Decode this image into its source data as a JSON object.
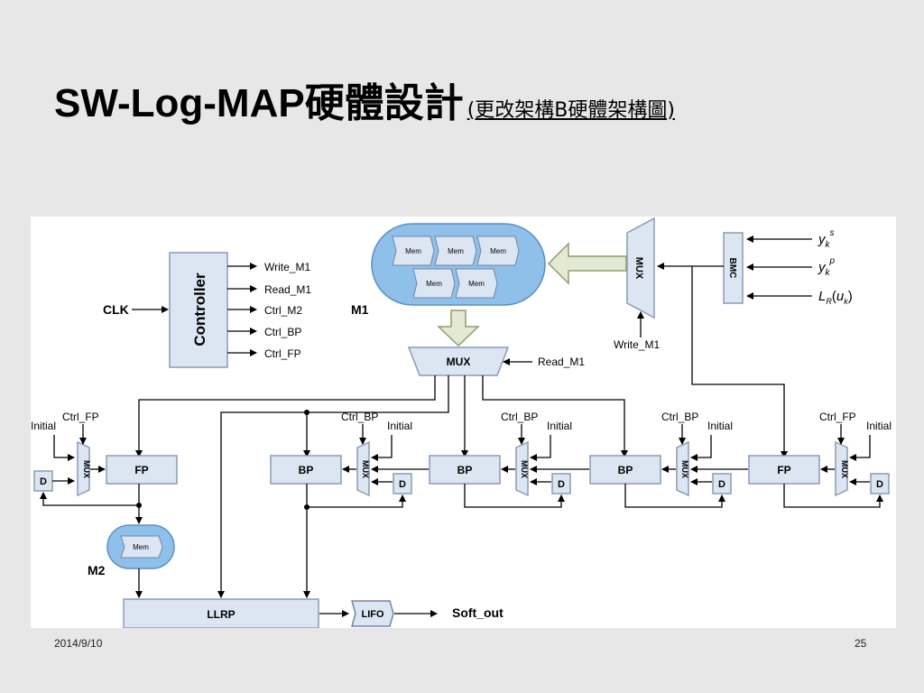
{
  "slide": {
    "title_main": "SW-Log-MAP硬體設計",
    "title_sub": "(更改架構B硬體架構圖)",
    "date": "2014/9/10",
    "page_number": "25"
  },
  "diagram": {
    "controller": {
      "label": "Controller",
      "outputs": [
        "Write_M1",
        "Read_M1",
        "Ctrl_M2",
        "Ctrl_BP",
        "Ctrl_FP"
      ]
    },
    "clk_label": "CLK",
    "m1": {
      "label": "M1",
      "mem_labels": [
        "Mem",
        "Mem",
        "Mem",
        "Mem",
        "Mem"
      ]
    },
    "m2": {
      "label": "M2",
      "mem_label": "Mem"
    },
    "mux_label": "MUX",
    "top_mux": {
      "label": "MUX",
      "write_label": "Write_M1"
    },
    "center_mux": {
      "label": "MUX",
      "read_label": "Read_M1"
    },
    "bmc": {
      "label": "BMC",
      "inputs": [
        "y",
        "y",
        "L"
      ]
    },
    "input_symbols": {
      "ys": {
        "base": "y",
        "sub": "k",
        "sup": "s"
      },
      "yp": {
        "base": "y",
        "sub": "k",
        "sup": "p"
      },
      "lr": {
        "base": "L",
        "sub": "R",
        "arg": "u",
        "arg_sub": "k"
      }
    },
    "d_label": "D",
    "initial_label": "Initial",
    "ctrl_fp_label": "Ctrl_FP",
    "ctrl_bp_label": "Ctrl_BP",
    "fp_label": "FP",
    "bp_label": "BP",
    "llrp_label": "LLRP",
    "lifo_label": "LIFO",
    "soft_out_label": "Soft_out"
  },
  "colors": {
    "background": "#e7e7e7",
    "block_fill": "#dce6f2",
    "block_stroke": "#8a9bb3",
    "m1_fill": "#8ec0ea",
    "m1_stroke": "#5a8fc4",
    "arrow_fill": "#e3e9d3",
    "arrow_stroke": "#8f9f6a",
    "wire": "#000000"
  }
}
